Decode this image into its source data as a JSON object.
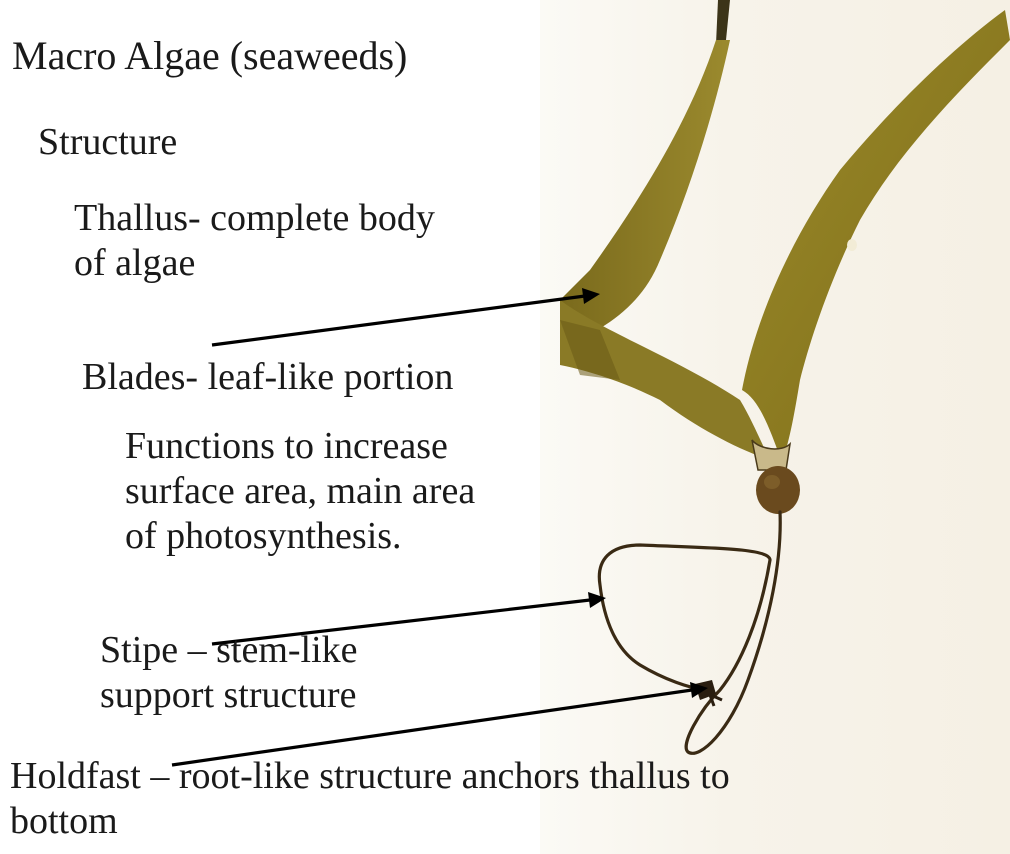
{
  "title": "Macro Algae (seaweeds)",
  "structure_heading": "Structure",
  "thallus": {
    "line1": "Thallus- complete body",
    "line2": "of algae"
  },
  "blades": {
    "label": "Blades- leaf-like portion"
  },
  "function": {
    "line1": "Functions to increase",
    "line2": "surface area, main area",
    "line3": "of photosynthesis."
  },
  "stipe": {
    "line1": "Stipe – stem-like",
    "line2": "support structure"
  },
  "holdfast": {
    "line1": "Holdfast – root-like structure anchors thallus to",
    "line2": "bottom"
  },
  "colors": {
    "blade": "#8f7e22",
    "blade_dark": "#6a5812",
    "stipe": "#3a2a14",
    "text": "#1a1a1a",
    "paper": "#f7f3ea"
  }
}
